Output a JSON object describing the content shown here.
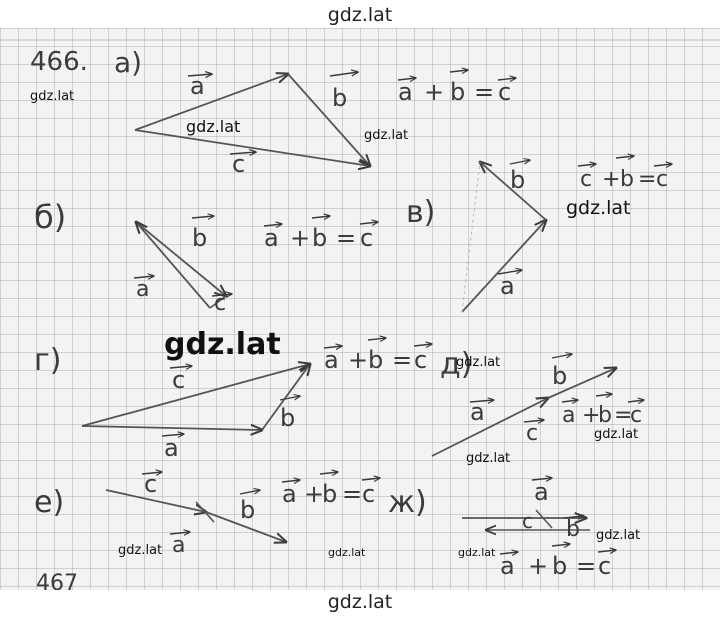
{
  "watermark": {
    "top": "gdz.lat",
    "bottom": "gdz.lat"
  },
  "overlay_watermarks": [
    "gdz.lat",
    "gdz.lat",
    "gdz.lat",
    "gdz.lat",
    "gdz.lat",
    "gdz.lat",
    "gdz.lat",
    "gdz.lat",
    "gdz.lat",
    "gdz.lat",
    "gdz.lat"
  ],
  "big_watermark": "gdz.lat",
  "problem_number": "466.",
  "parts": {
    "a": {
      "label": "а)",
      "vec_a": "a",
      "vec_b": "b",
      "vec_c": "c",
      "eq_a": "a",
      "eq_plus": "+",
      "eq_b": "b",
      "eq_equals": "=",
      "eq_c": "c"
    },
    "b": {
      "label": "б)",
      "vec_a": "a",
      "vec_b": "b",
      "vec_c": "c",
      "eq_a": "a",
      "eq_plus": "+",
      "eq_b": "b",
      "eq_equals": "=",
      "eq_c": "c"
    },
    "v": {
      "label": "в)",
      "vec_a": "a",
      "vec_b": "b",
      "eq_c": "c",
      "eq_plus": "+",
      "eq_b": "b",
      "eq_equals": "=",
      "eq_result": "c"
    },
    "g": {
      "label": "г)",
      "vec_a": "a",
      "vec_b": "b",
      "vec_c": "c",
      "eq_a": "a",
      "eq_plus": "+",
      "eq_b": "b",
      "eq_equals": "=",
      "eq_c": "c"
    },
    "d": {
      "label": "д)",
      "vec_a": "a",
      "vec_b": "b",
      "vec_c": "c",
      "eq_a": "a",
      "eq_plus": "+",
      "eq_b": "b",
      "eq_equals": "=",
      "eq_c": "c"
    },
    "e": {
      "label": "е)",
      "vec_a": "a",
      "vec_b": "b",
      "vec_c": "c",
      "eq_a": "a",
      "eq_plus": "+",
      "eq_b": "b",
      "eq_equals": "=",
      "eq_c": "c"
    },
    "zh": {
      "label": "ж)",
      "vec_a": "a",
      "vec_b": "b",
      "vec_c": "c",
      "eq_a": "a",
      "eq_plus": "+",
      "eq_b": "b",
      "eq_equals": "=",
      "eq_c": "c"
    }
  },
  "next_problem": "467",
  "colors": {
    "ink": "#3b3b3b",
    "paper": "#f3f3f3",
    "grid": "#9a9a9a",
    "watermark": "#111111"
  }
}
